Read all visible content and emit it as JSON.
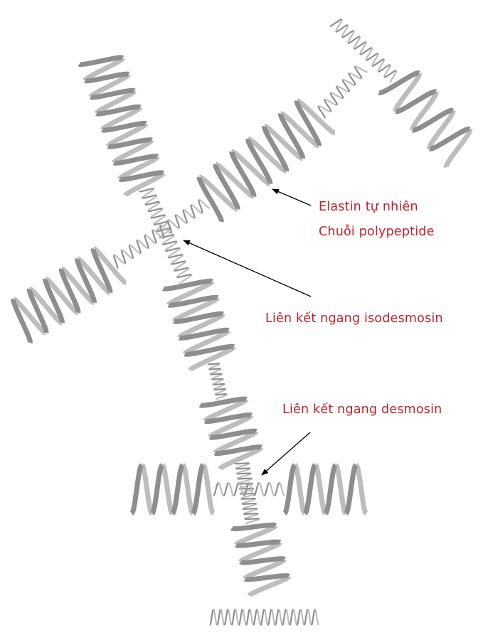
{
  "labels": {
    "elastin": "Elastin tự nhiên",
    "polypeptide_chain": "Chuỗi polypeptide",
    "isodesmosin_crosslink": "Liên kết ngang isodesmosin",
    "desmosin_crosslink": "Liên kết ngang desmosin"
  },
  "colors": {
    "label_text": "#c0202a",
    "helix_front": "#8e8e8e",
    "helix_back": "#bdbdbd",
    "arrow": "#000000"
  }
}
